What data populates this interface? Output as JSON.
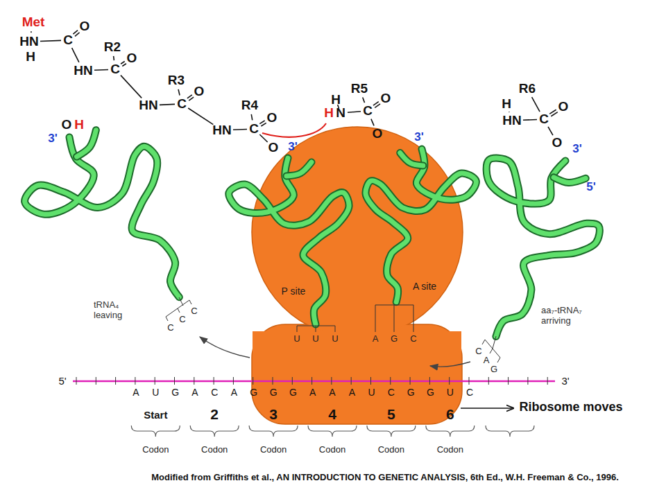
{
  "diagram": {
    "caption": "Modified from Griffiths et al., AN INTRODUCTION TO GENETIC ANALYSIS, 6th Ed., W.H. Freeman & Co., 1996.",
    "nodes": [
      {
        "text": [
          "P site",
          "A site"
        ]
      }
    ],
    "labels": [
      "Met",
      "HN",
      "H",
      "C",
      "O",
      "R2",
      "HN",
      "C",
      "O",
      "R3",
      "HN",
      "C",
      "O",
      "R4",
      "HN",
      "C",
      "O",
      "O",
      "3'",
      "R5",
      "H",
      "H",
      "N",
      "C",
      "O",
      "O",
      "3'",
      "R6",
      "H",
      "HN",
      "C",
      "O",
      "O",
      "3'",
      "5'",
      "3'",
      "O",
      "H",
      "tRNA₄ leaving",
      "aa₇-tRNA₇ arriving",
      "C",
      "C",
      "C",
      "C",
      "A",
      "G",
      "U",
      "U",
      "U",
      "A",
      "G",
      "C",
      "5'",
      "3'",
      "A",
      "U",
      "G",
      "A",
      "C",
      "A",
      "G",
      "G",
      "G",
      "A",
      "A",
      "A",
      "U",
      "C",
      "G",
      "G",
      "U",
      "C",
      "Start",
      "2",
      "3",
      "4",
      "5",
      "6",
      "Ribosome moves",
      "Codon",
      "Codon",
      "Codon",
      "Codon",
      "Codon",
      "Codon"
    ]
  }
}
